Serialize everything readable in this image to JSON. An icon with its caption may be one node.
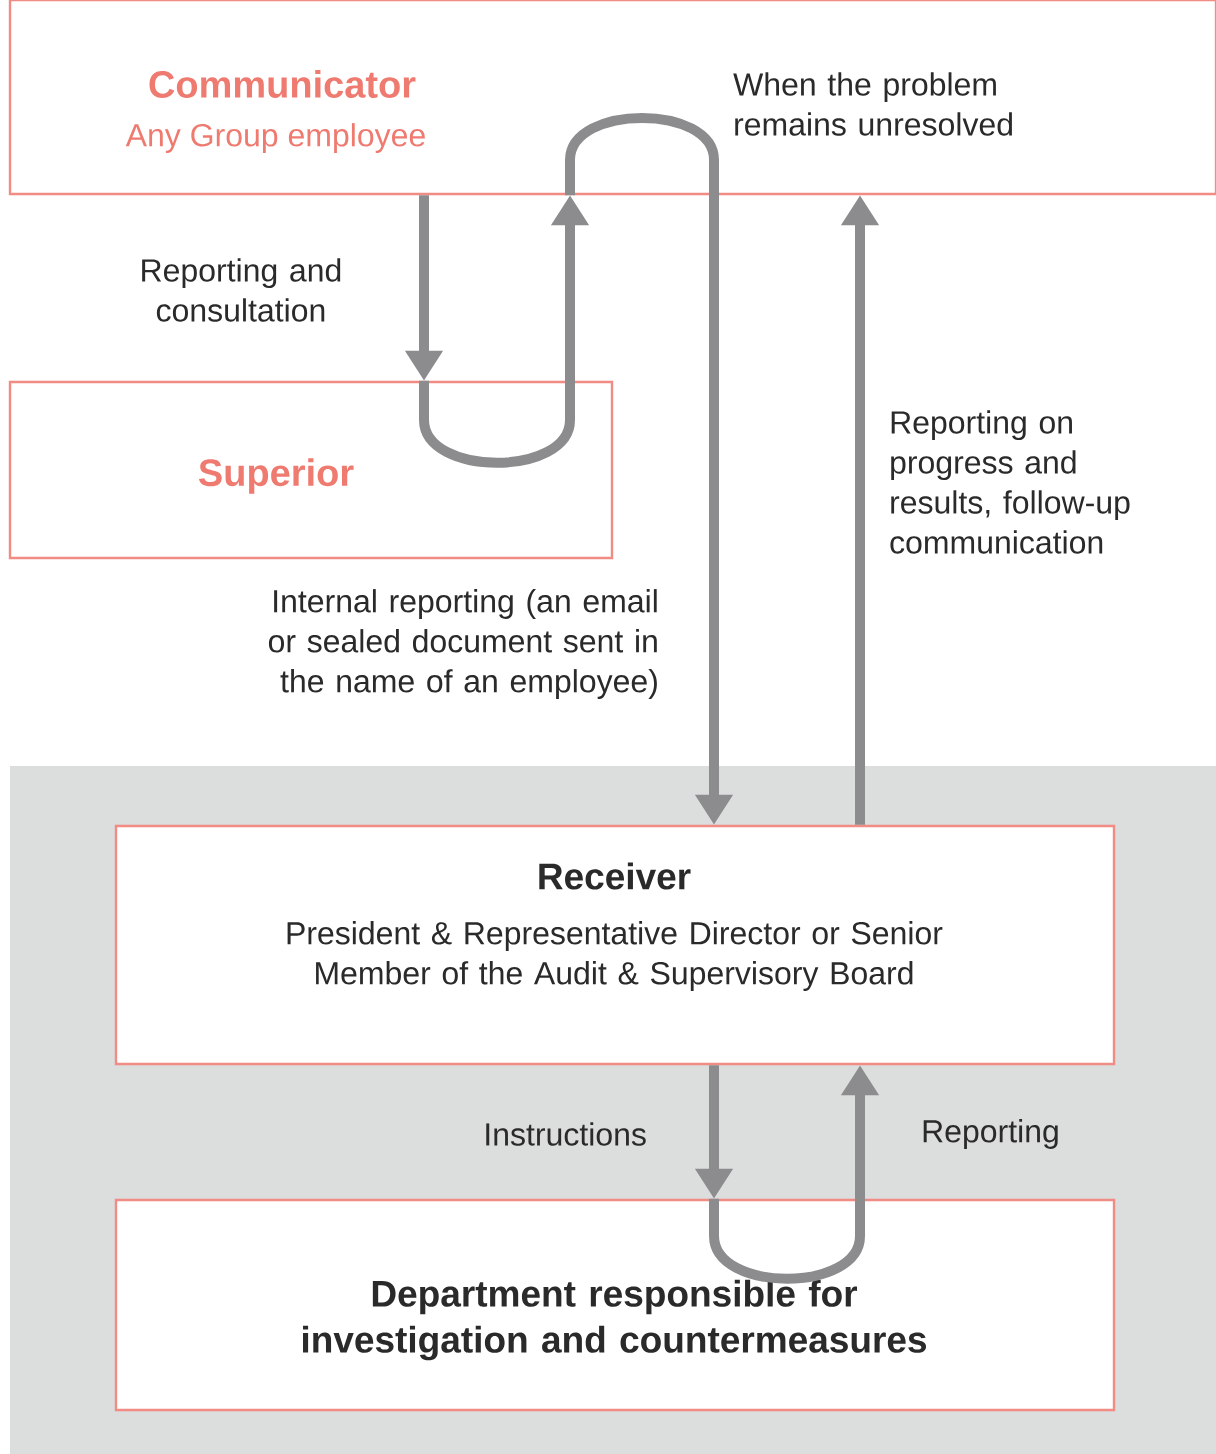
{
  "diagram": {
    "nodes": [
      {
        "text": [
          "Communicator",
          "Any Group employee"
        ]
      },
      {
        "text": [
          "Superior"
        ]
      },
      {
        "text": [
          "Receiver",
          "President & Representative Director or Senior Member of the Audit & Supervisory Board"
        ]
      },
      {
        "text": [
          "Department responsible for investigation and countermeasures"
        ]
      }
    ],
    "edges": [
      {
        "from": 0,
        "to": 1,
        "arrow": "to",
        "label": "Reporting and consultation"
      },
      {
        "from": 1,
        "to": 0,
        "arrow": "to"
      },
      {
        "from": 0,
        "to": 2,
        "arrow": "to",
        "label": "Internal reporting (an email or sealed document sent in the name of an employee)"
      },
      {
        "from": 2,
        "to": 0,
        "arrow": "to",
        "label": "Reporting on progress and results, follow-up communication"
      },
      {
        "from": 2,
        "to": 3,
        "arrow": "to",
        "label": "Instructions"
      },
      {
        "from": 3,
        "to": 2,
        "arrow": "to",
        "label": "Reporting"
      }
    ],
    "labels": [
      "When the problem remains unresolved"
    ]
  }
}
